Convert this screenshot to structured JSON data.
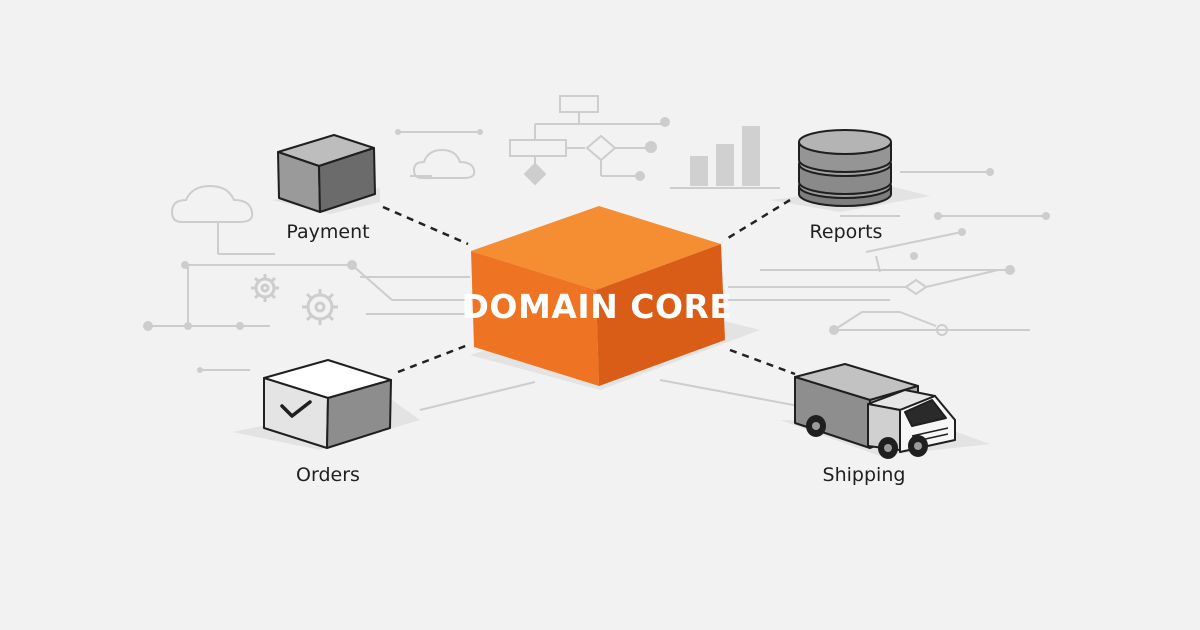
{
  "core": {
    "label": "DOMAIN CORE"
  },
  "nodes": {
    "payment": {
      "label": "Payment"
    },
    "reports": {
      "label": "Reports"
    },
    "orders": {
      "label": "Orders"
    },
    "shipping": {
      "label": "Shipping"
    }
  },
  "colors": {
    "background": "#f2f2f2",
    "core_top": "#f58d33",
    "core_left": "#ee7424",
    "core_right": "#d95c17",
    "box_gray": "#8a8a8a",
    "line_gray": "#cfcfcf",
    "connector": "#222222"
  }
}
